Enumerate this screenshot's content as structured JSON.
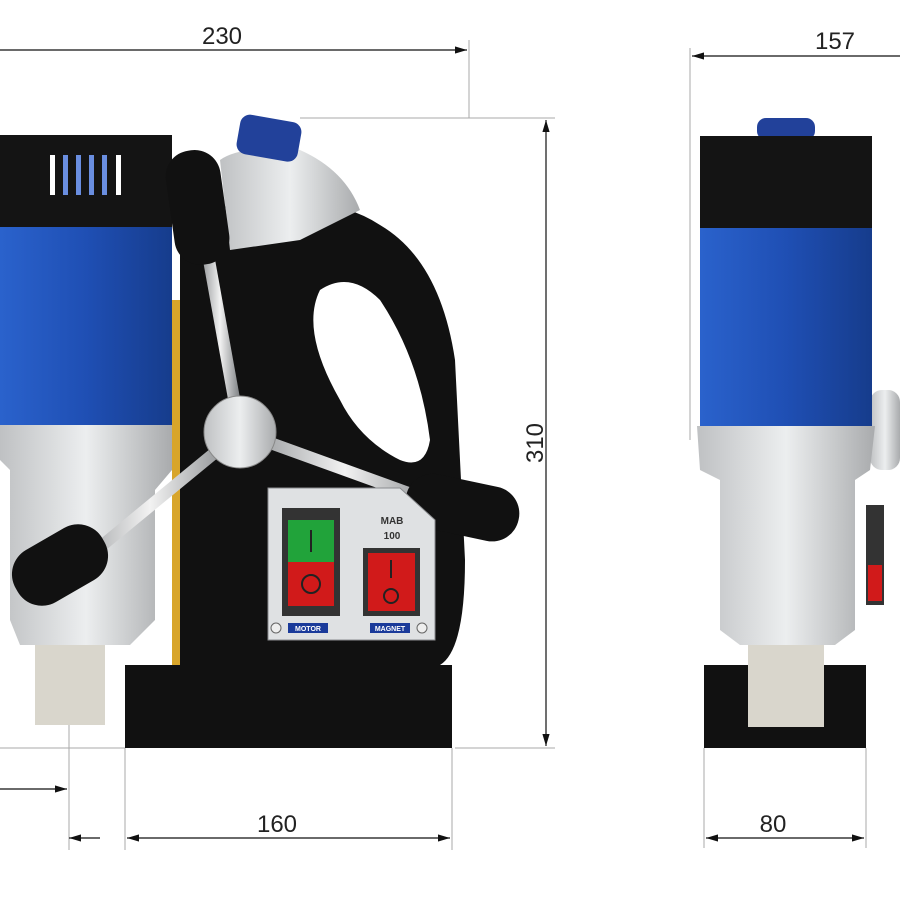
{
  "dimensions": {
    "side_width": "230",
    "height": "310",
    "base_length": "160",
    "front_width": "157",
    "front_base_width": "80"
  },
  "control_panel": {
    "model_brand": "MAB",
    "model_number": "100",
    "motor_label": "MOTOR",
    "magnet_label": "MAGNET"
  },
  "colors": {
    "motor_blue": "#1f4fb4",
    "body_black": "#111111",
    "housing_silver": "#d4d6d8",
    "switch_green": "#21a33a",
    "switch_red": "#d11a1a",
    "cap_blue": "#22419a"
  }
}
